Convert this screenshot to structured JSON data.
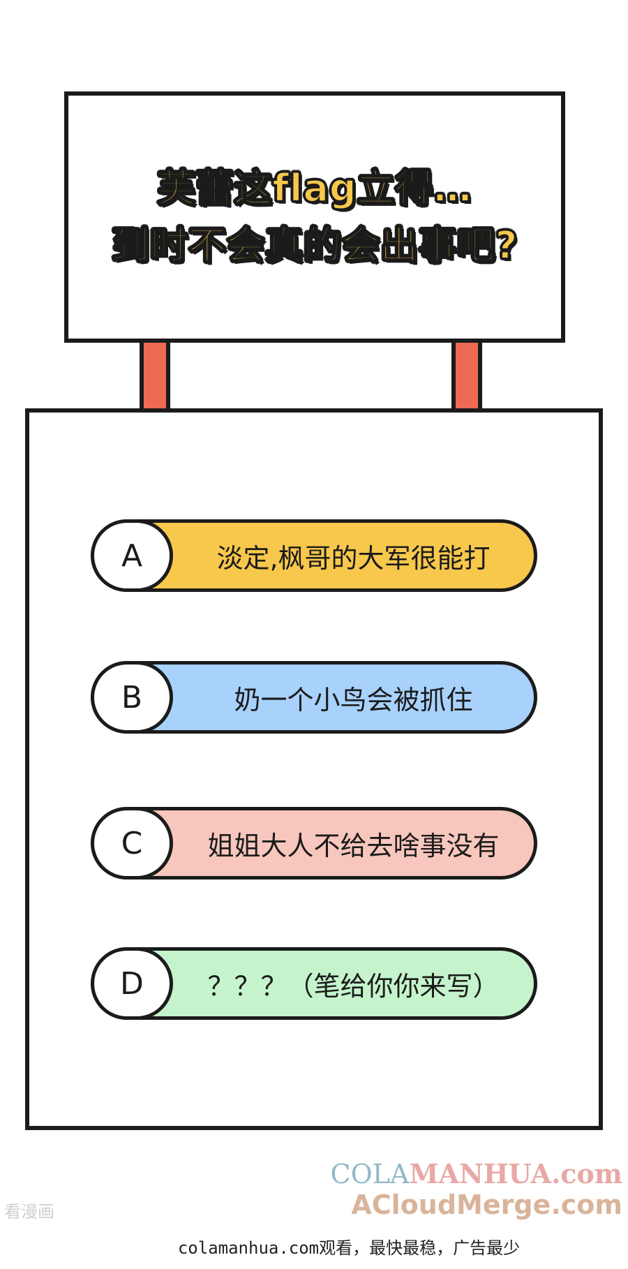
{
  "title": {
    "line1": "芙蕾这flag立得…",
    "line2": "到时不会真的会出事吧?"
  },
  "options": [
    {
      "letter": "A",
      "text": "淡定,枫哥的大军很能打",
      "color": "#f7c84b"
    },
    {
      "letter": "B",
      "text": "奶一个小鸟会被抓住",
      "color": "#a8d2fb"
    },
    {
      "letter": "C",
      "text": "姐姐大人不给去啥事没有",
      "color": "#f7c7bd"
    },
    {
      "letter": "D",
      "text": "？？？（笔给你你来写）",
      "color": "#c5f3cb"
    }
  ],
  "watermark": {
    "brand_cola": "COLA",
    "brand_manhua": "MANHUA.com",
    "brand_line2": "ACloudMerge.com",
    "left_mark": "看漫画",
    "footer": "colamanhua.com观看，最快最稳，广告最少"
  },
  "colors": {
    "post": "#ef6a55",
    "outline": "#1b1b1b",
    "title_fill": "#f7c84b"
  }
}
